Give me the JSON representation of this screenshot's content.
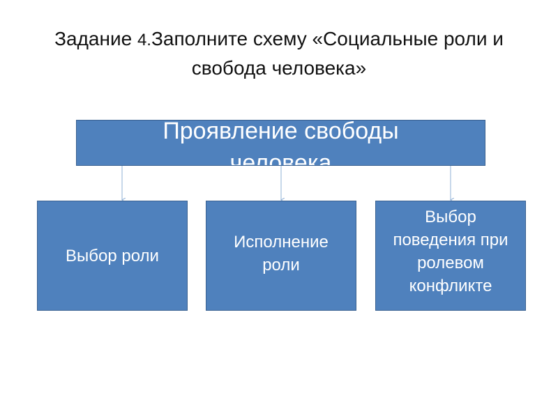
{
  "slide": {
    "title_prefix": "Задание ",
    "title_number": "4.",
    "title_rest": "Заполните схему «Социальные роли и свобода человека»"
  },
  "diagram": {
    "root": {
      "label": "Проявление свободы человека"
    },
    "children": [
      {
        "label": "Выбор роли"
      },
      {
        "label": "Исполнение роли"
      },
      {
        "label": "Выбор поведения при ролевом конфликте"
      }
    ]
  },
  "colors": {
    "box_fill": "#4f81bd",
    "box_border": "#3a6190",
    "connector": "#8fb0d6",
    "text_on_box": "#ffffff"
  }
}
